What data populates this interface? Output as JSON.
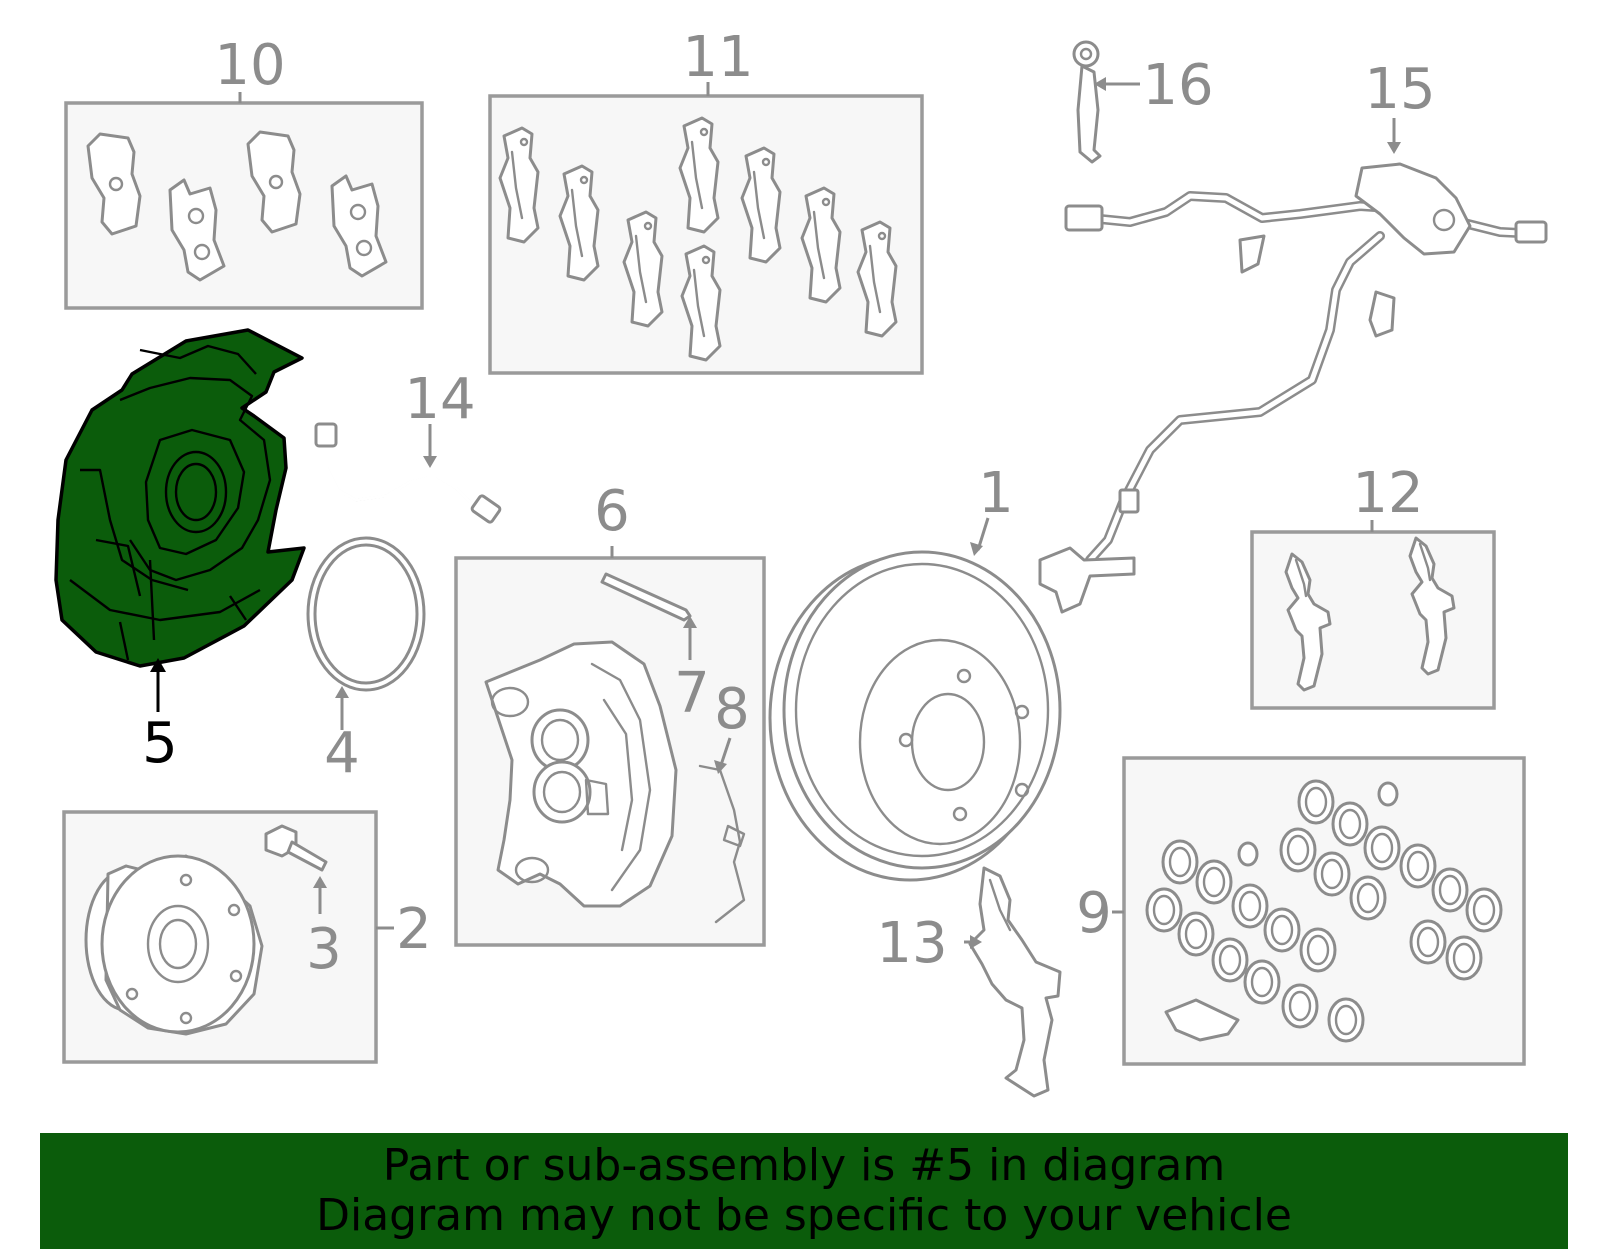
{
  "callouts": {
    "c1": "1",
    "c2": "2",
    "c3": "3",
    "c4": "4",
    "c5": "5",
    "c6": "6",
    "c7": "7",
    "c8": "8",
    "c9": "9",
    "c10": "10",
    "c11": "11",
    "c12": "12",
    "c13": "13",
    "c14": "14",
    "c15": "15",
    "c16": "16"
  },
  "highlighted_part": "5",
  "colors": {
    "highlight_fill": "#0b5c0b",
    "banner_background": "#0b5c0b",
    "part_outline": "#8c8c8c",
    "box_fill": "#f7f7f7",
    "box_border": "#9a9a9a"
  },
  "banner": {
    "line1": "Part or sub-assembly is #5 in diagram",
    "line2": "Diagram may not be specific to your vehicle"
  }
}
